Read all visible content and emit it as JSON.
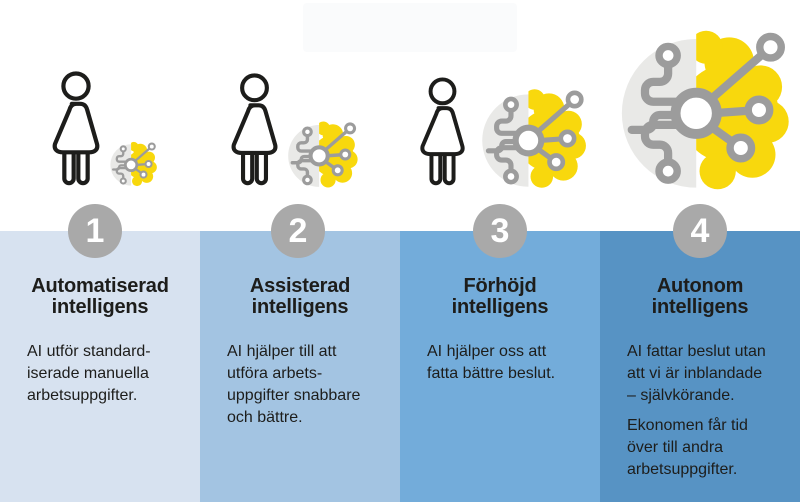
{
  "language": "sv",
  "steps": [
    {
      "number": "1",
      "title": "Automatiserad\nintelligens",
      "paragraphs": [
        "AI utför standard-\niserade manuella\narbetsuppgifter."
      ],
      "panel_color": "#d7e2f0",
      "icons": [
        "person-icon",
        "brain-circuit-icon"
      ]
    },
    {
      "number": "2",
      "title": "Assisterad\nintelligens",
      "paragraphs": [
        "AI hjälper till att\nutföra arbets-\nuppgifter snabbare\noch bättre."
      ],
      "panel_color": "#a3c4e2",
      "icons": [
        "person-icon",
        "brain-circuit-icon"
      ]
    },
    {
      "number": "3",
      "title": "Förhöjd\nintelligens",
      "paragraphs": [
        "AI hjälper oss att\nfatta bättre beslut."
      ],
      "panel_color": "#73acda",
      "icons": [
        "person-icon",
        "brain-circuit-icon"
      ]
    },
    {
      "number": "4",
      "title": "Autonom\nintelligens",
      "paragraphs": [
        "AI fattar beslut utan\natt vi är inblandade\n– självkörande.",
        "Ekonomen får tid\növer till andra\narbetsuppgifter."
      ],
      "panel_color": "#5793c4",
      "icons": [
        "brain-circuit-icon"
      ]
    }
  ],
  "colors": {
    "background": "#ffffff",
    "text": "#1d1d1b",
    "number_circle": "#a9a9a9",
    "number_text": "#ffffff",
    "person_outline": "#1d1d1b",
    "brain_gray": "#e9e9e7",
    "brain_yellow": "#f8d80d",
    "circuit_gray": "#9c9c9c"
  }
}
